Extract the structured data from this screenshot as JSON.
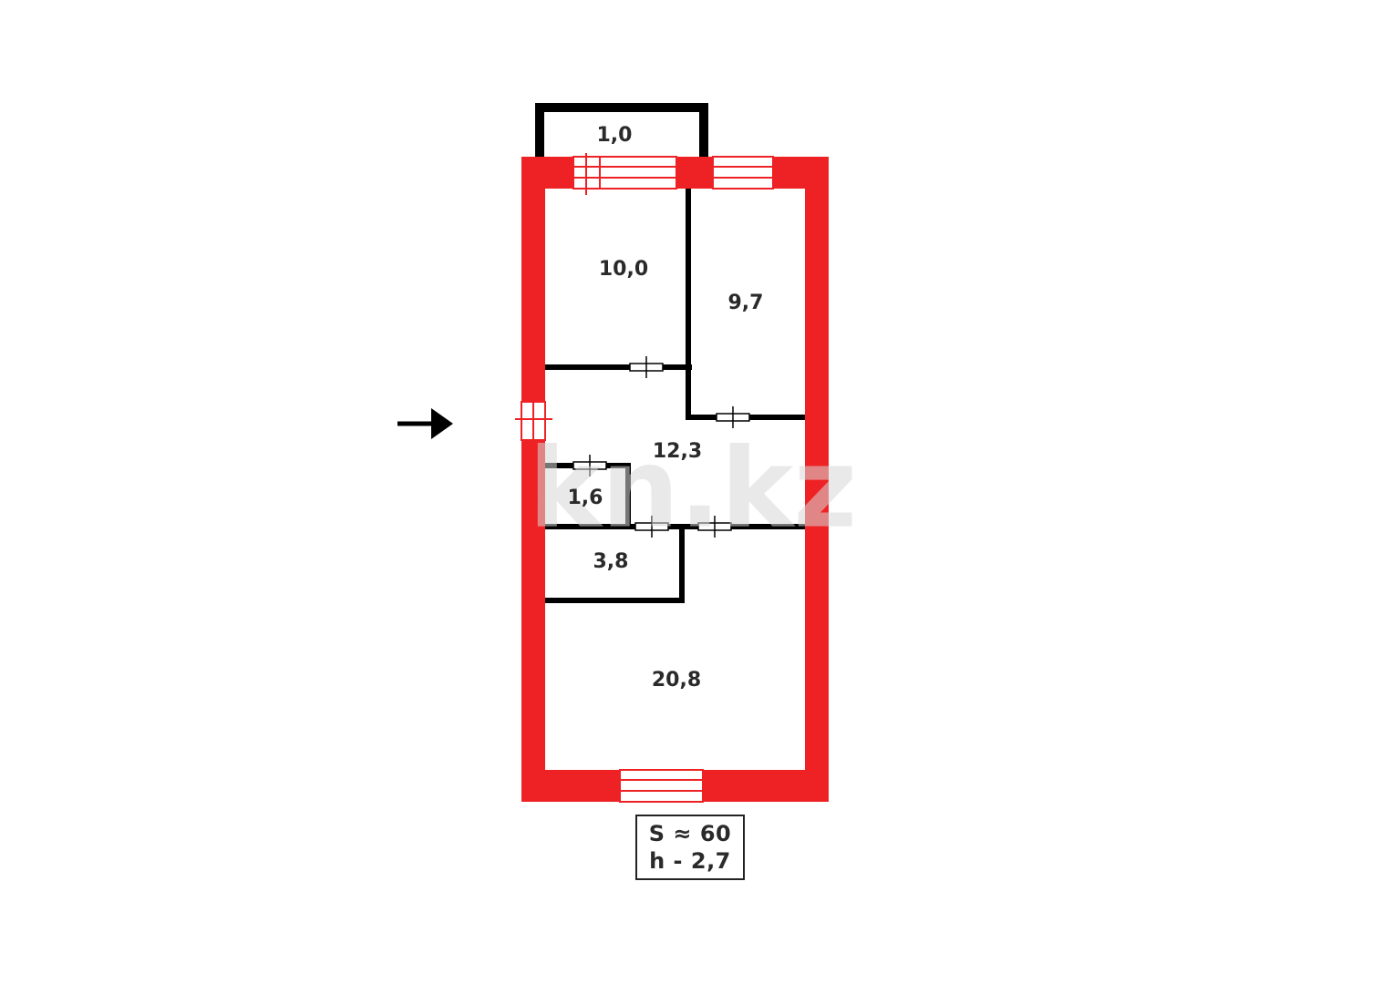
{
  "rooms": {
    "balcony": "1,0",
    "room_top_left": "10,0",
    "room_top_right": "9,7",
    "hall": "12,3",
    "bathroom": "1,6",
    "toilet": "3,8",
    "living_room": "20,8"
  },
  "summary": {
    "area": "S ≈ 60",
    "height": "h - 2,7"
  },
  "watermark": "kn.kz",
  "colors": {
    "exterior_wall": "#ee2224",
    "interior_wall": "#000000",
    "window_lines": "#ee2224",
    "text": "#2a2a2a"
  },
  "icons": {
    "entrance": "arrow-right-icon"
  }
}
